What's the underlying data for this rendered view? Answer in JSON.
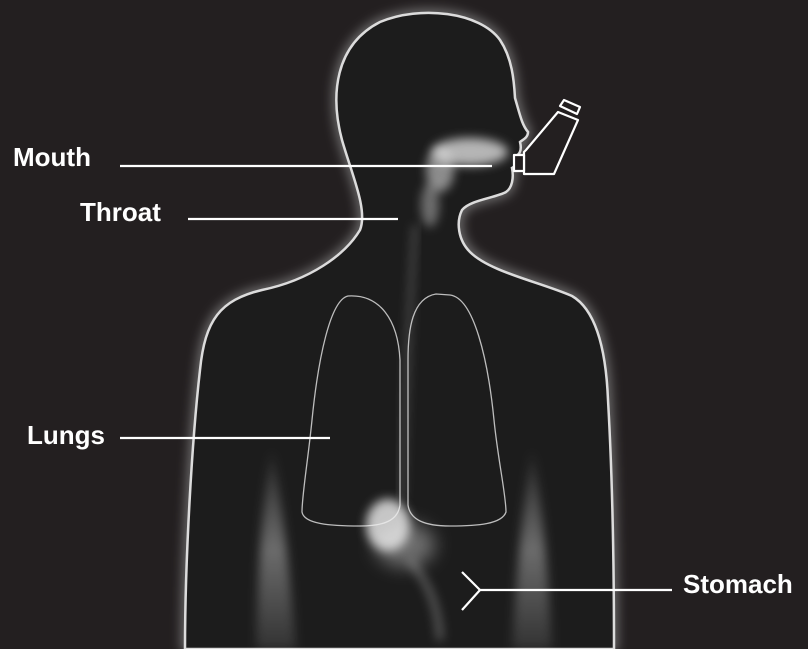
{
  "labels": {
    "mouth": "Mouth",
    "throat": "Throat",
    "lungs": "Lungs",
    "stomach": "Stomach"
  },
  "colors": {
    "background": "#231f20",
    "silhouette": "#1f1b1c",
    "outline": "#d9d9d9",
    "glow": "#ffffff",
    "leader_line": "#ffffff",
    "spray": "#e8e8e8"
  },
  "icons": {
    "inhaler": "inhaler-icon",
    "body": "human-silhouette"
  }
}
